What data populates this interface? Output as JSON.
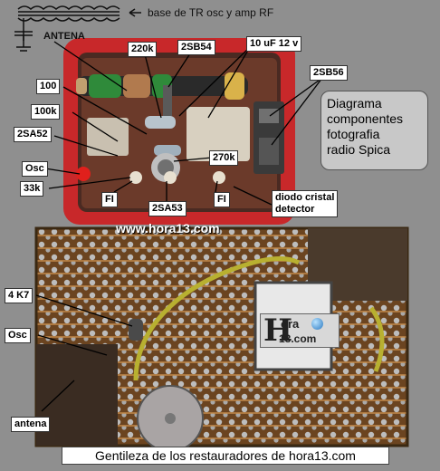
{
  "labels": {
    "antenna_note": "base de TR osc y amp RF",
    "antena_top": "ANTENA",
    "c220k": "220k",
    "t2sb54": "2SB54",
    "c10uf": "10 uF 12 v",
    "t2sb56": "2SB56",
    "r100": "100",
    "r100k": "100k",
    "t2sa52": "2SA52",
    "osc_top": "Osc",
    "r33k": "33k",
    "r270k": "270k",
    "fi_left": "FI",
    "fi_right": "FI",
    "t2sa53": "2SA53",
    "diode_line1": "diodo cristal",
    "diode_line2": "detector",
    "k47": "4 K7",
    "osc_bottom": "Osc",
    "antena_bottom": "antena"
  },
  "diagram_box": {
    "line1": "Diagrama",
    "line2": "componentes",
    "line3": "fotografia",
    "line4": "radio Spica"
  },
  "website": "www.hora13.com",
  "watermark": {
    "letter": "H",
    "top": "ora",
    "bottom": "13.com"
  },
  "footer": "Gentileza de los restauradores de hora13.com",
  "colors": {
    "case_red": "#c8282a",
    "board_brown": "#8a5a2c",
    "solder": "#b8b8b8",
    "wire_green": "#b8b030",
    "background": "#8f8f8f"
  }
}
